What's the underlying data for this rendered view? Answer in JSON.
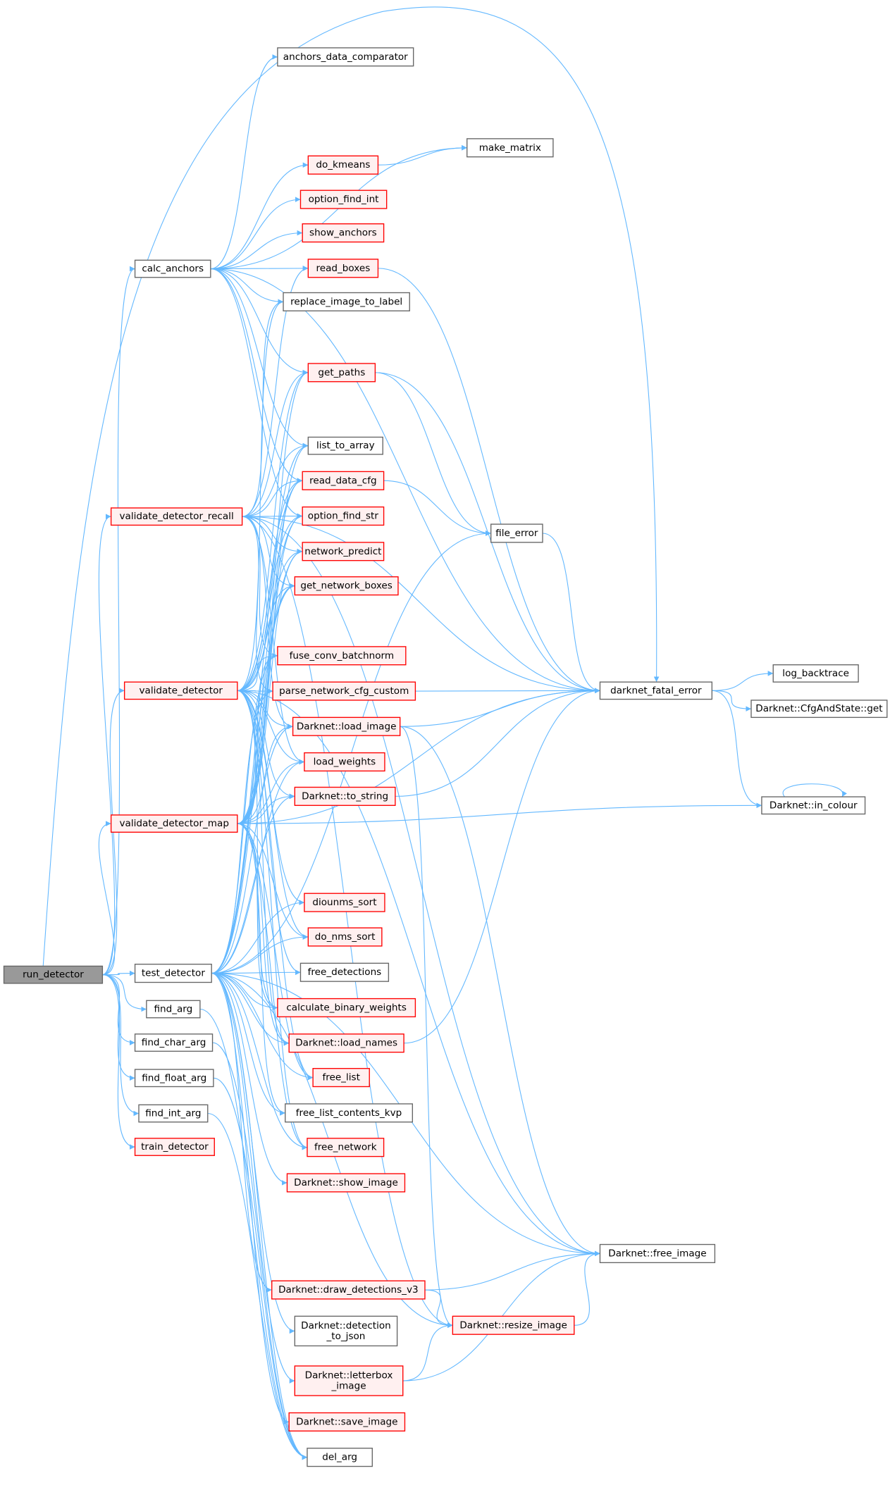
{
  "title": "run_detector call graph",
  "colors": {
    "edge": "#63b8ff",
    "red_border": "#ff0000",
    "red_fill": "#fff0f0",
    "root_fill": "#999999",
    "normal_border": "#666666"
  },
  "nodes": {
    "run_detector": {
      "label": "run_detector",
      "style": "root"
    },
    "calc_anchors": {
      "label": "calc_anchors",
      "style": "normal"
    },
    "validate_detector_recall": {
      "label": "validate_detector_recall",
      "style": "red"
    },
    "validate_detector": {
      "label": "validate_detector",
      "style": "red"
    },
    "validate_detector_map": {
      "label": "validate_detector_map",
      "style": "red"
    },
    "test_detector": {
      "label": "test_detector",
      "style": "normal"
    },
    "find_arg": {
      "label": "find_arg",
      "style": "normal"
    },
    "find_char_arg": {
      "label": "find_char_arg",
      "style": "normal"
    },
    "find_float_arg": {
      "label": "find_float_arg",
      "style": "normal"
    },
    "find_int_arg": {
      "label": "find_int_arg",
      "style": "normal"
    },
    "train_detector": {
      "label": "train_detector",
      "style": "red"
    },
    "anchors_data_comparator": {
      "label": "anchors_data_comparator",
      "style": "normal"
    },
    "make_matrix": {
      "label": "make_matrix",
      "style": "normal"
    },
    "do_kmeans": {
      "label": "do_kmeans",
      "style": "red"
    },
    "option_find_int": {
      "label": "option_find_int",
      "style": "red"
    },
    "show_anchors": {
      "label": "show_anchors",
      "style": "red"
    },
    "read_boxes": {
      "label": "read_boxes",
      "style": "red"
    },
    "replace_image_to_label": {
      "label": "replace_image_to_label",
      "style": "normal"
    },
    "get_paths": {
      "label": "get_paths",
      "style": "red"
    },
    "list_to_array": {
      "label": "list_to_array",
      "style": "normal"
    },
    "read_data_cfg": {
      "label": "read_data_cfg",
      "style": "red"
    },
    "option_find_str": {
      "label": "option_find_str",
      "style": "red"
    },
    "network_predict": {
      "label": "network_predict",
      "style": "red"
    },
    "get_network_boxes": {
      "label": "get_network_boxes",
      "style": "red"
    },
    "fuse_conv_batchnorm": {
      "label": "fuse_conv_batchnorm",
      "style": "red"
    },
    "parse_network_cfg_custom": {
      "label": "parse_network_cfg_custom",
      "style": "red"
    },
    "load_image": {
      "label": "Darknet::load_image",
      "style": "red"
    },
    "load_weights": {
      "label": "load_weights",
      "style": "red"
    },
    "to_string": {
      "label": "Darknet::to_string",
      "style": "red"
    },
    "diounms_sort": {
      "label": "diounms_sort",
      "style": "red"
    },
    "do_nms_sort": {
      "label": "do_nms_sort",
      "style": "red"
    },
    "free_detections": {
      "label": "free_detections",
      "style": "normal"
    },
    "calculate_binary_weights": {
      "label": "calculate_binary_weights",
      "style": "red"
    },
    "load_names": {
      "label": "Darknet::load_names",
      "style": "red"
    },
    "free_list": {
      "label": "free_list",
      "style": "red"
    },
    "free_list_contents_kvp": {
      "label": "free_list_contents_kvp",
      "style": "normal"
    },
    "free_network": {
      "label": "free_network",
      "style": "red"
    },
    "show_image": {
      "label": "Darknet::show_image",
      "style": "red"
    },
    "draw_detections_v3": {
      "label": "Darknet::draw_detections_v3",
      "style": "red"
    },
    "detection_to_json": {
      "label": "Darknet::detection\n_to_json",
      "style": "normal"
    },
    "letterbox_image": {
      "label": "Darknet::letterbox\n_image",
      "style": "red"
    },
    "save_image": {
      "label": "Darknet::save_image",
      "style": "red"
    },
    "del_arg": {
      "label": "del_arg",
      "style": "normal"
    },
    "file_error": {
      "label": "file_error",
      "style": "normal"
    },
    "darknet_fatal_error": {
      "label": "darknet_fatal_error",
      "style": "normal"
    },
    "free_image": {
      "label": "Darknet::free_image",
      "style": "normal"
    },
    "resize_image": {
      "label": "Darknet::resize_image",
      "style": "red"
    },
    "log_backtrace": {
      "label": "log_backtrace",
      "style": "normal"
    },
    "cfg_get": {
      "label": "Darknet::CfgAndState::get",
      "style": "normal"
    },
    "in_colour": {
      "label": "Darknet::in_colour",
      "style": "normal"
    }
  },
  "edges": [
    [
      "run_detector",
      "calc_anchors"
    ],
    [
      "run_detector",
      "validate_detector_recall"
    ],
    [
      "run_detector",
      "validate_detector"
    ],
    [
      "run_detector",
      "validate_detector_map"
    ],
    [
      "run_detector",
      "test_detector"
    ],
    [
      "run_detector",
      "find_arg"
    ],
    [
      "run_detector",
      "find_char_arg"
    ],
    [
      "run_detector",
      "find_float_arg"
    ],
    [
      "run_detector",
      "find_int_arg"
    ],
    [
      "run_detector",
      "train_detector"
    ],
    [
      "run_detector",
      "darknet_fatal_error"
    ],
    [
      "calc_anchors",
      "anchors_data_comparator"
    ],
    [
      "calc_anchors",
      "darknet_fatal_error"
    ],
    [
      "calc_anchors",
      "make_matrix"
    ],
    [
      "calc_anchors",
      "do_kmeans"
    ],
    [
      "calc_anchors",
      "option_find_int"
    ],
    [
      "calc_anchors",
      "show_anchors"
    ],
    [
      "calc_anchors",
      "read_boxes"
    ],
    [
      "calc_anchors",
      "replace_image_to_label"
    ],
    [
      "calc_anchors",
      "get_paths"
    ],
    [
      "calc_anchors",
      "list_to_array"
    ],
    [
      "calc_anchors",
      "read_data_cfg"
    ],
    [
      "calc_anchors",
      "option_find_str"
    ],
    [
      "do_kmeans",
      "make_matrix"
    ],
    [
      "read_boxes",
      "darknet_fatal_error"
    ],
    [
      "get_paths",
      "file_error"
    ],
    [
      "get_paths",
      "darknet_fatal_error"
    ],
    [
      "read_data_cfg",
      "file_error"
    ],
    [
      "file_error",
      "darknet_fatal_error"
    ],
    [
      "parse_network_cfg_custom",
      "darknet_fatal_error"
    ],
    [
      "load_image",
      "darknet_fatal_error"
    ],
    [
      "load_image",
      "resize_image"
    ],
    [
      "load_image",
      "free_image"
    ],
    [
      "to_string",
      "darknet_fatal_error"
    ],
    [
      "load_names",
      "darknet_fatal_error"
    ],
    [
      "darknet_fatal_error",
      "log_backtrace"
    ],
    [
      "darknet_fatal_error",
      "cfg_get"
    ],
    [
      "darknet_fatal_error",
      "in_colour"
    ],
    [
      "in_colour",
      "in_colour"
    ],
    [
      "draw_detections_v3",
      "free_image"
    ],
    [
      "draw_detections_v3",
      "resize_image"
    ],
    [
      "letterbox_image",
      "resize_image"
    ],
    [
      "letterbox_image",
      "free_image"
    ],
    [
      "resize_image",
      "free_image"
    ],
    [
      "validate_detector_recall",
      "read_boxes"
    ],
    [
      "validate_detector_recall",
      "replace_image_to_label"
    ],
    [
      "validate_detector_recall",
      "get_paths"
    ],
    [
      "validate_detector_recall",
      "list_to_array"
    ],
    [
      "validate_detector_recall",
      "read_data_cfg"
    ],
    [
      "validate_detector_recall",
      "option_find_str"
    ],
    [
      "validate_detector_recall",
      "network_predict"
    ],
    [
      "validate_detector_recall",
      "get_network_boxes"
    ],
    [
      "validate_detector_recall",
      "fuse_conv_batchnorm"
    ],
    [
      "validate_detector_recall",
      "parse_network_cfg_custom"
    ],
    [
      "validate_detector_recall",
      "load_image"
    ],
    [
      "validate_detector_recall",
      "load_weights"
    ],
    [
      "validate_detector_recall",
      "darknet_fatal_error"
    ],
    [
      "validate_detector_recall",
      "resize_image"
    ],
    [
      "validate_detector_recall",
      "free_image"
    ],
    [
      "validate_detector",
      "replace_image_to_label"
    ],
    [
      "validate_detector",
      "get_paths"
    ],
    [
      "validate_detector",
      "list_to_array"
    ],
    [
      "validate_detector",
      "read_data_cfg"
    ],
    [
      "validate_detector",
      "option_find_str"
    ],
    [
      "validate_detector",
      "network_predict"
    ],
    [
      "validate_detector",
      "get_network_boxes"
    ],
    [
      "validate_detector",
      "fuse_conv_batchnorm"
    ],
    [
      "validate_detector",
      "parse_network_cfg_custom"
    ],
    [
      "validate_detector",
      "load_image"
    ],
    [
      "validate_detector",
      "load_weights"
    ],
    [
      "validate_detector",
      "to_string"
    ],
    [
      "validate_detector",
      "diounms_sort"
    ],
    [
      "validate_detector",
      "do_nms_sort"
    ],
    [
      "validate_detector",
      "free_detections"
    ],
    [
      "validate_detector",
      "calculate_binary_weights"
    ],
    [
      "validate_detector",
      "load_names"
    ],
    [
      "validate_detector",
      "free_list"
    ],
    [
      "validate_detector",
      "free_network"
    ],
    [
      "validate_detector",
      "free_image"
    ],
    [
      "validate_detector_map",
      "get_paths"
    ],
    [
      "validate_detector_map",
      "list_to_array"
    ],
    [
      "validate_detector_map",
      "read_data_cfg"
    ],
    [
      "validate_detector_map",
      "option_find_str"
    ],
    [
      "validate_detector_map",
      "network_predict"
    ],
    [
      "validate_detector_map",
      "get_network_boxes"
    ],
    [
      "validate_detector_map",
      "fuse_conv_batchnorm"
    ],
    [
      "validate_detector_map",
      "parse_network_cfg_custom"
    ],
    [
      "validate_detector_map",
      "load_image"
    ],
    [
      "validate_detector_map",
      "load_weights"
    ],
    [
      "validate_detector_map",
      "to_string"
    ],
    [
      "validate_detector_map",
      "darknet_fatal_error"
    ],
    [
      "validate_detector_map",
      "in_colour"
    ],
    [
      "validate_detector_map",
      "do_nms_sort"
    ],
    [
      "validate_detector_map",
      "calculate_binary_weights"
    ],
    [
      "validate_detector_map",
      "load_names"
    ],
    [
      "validate_detector_map",
      "free_list"
    ],
    [
      "validate_detector_map",
      "free_list_contents_kvp"
    ],
    [
      "validate_detector_map",
      "free_network"
    ],
    [
      "test_detector",
      "read_data_cfg"
    ],
    [
      "test_detector",
      "option_find_str"
    ],
    [
      "test_detector",
      "load_names"
    ],
    [
      "test_detector",
      "parse_network_cfg_custom"
    ],
    [
      "test_detector",
      "load_weights"
    ],
    [
      "test_detector",
      "fuse_conv_batchnorm"
    ],
    [
      "test_detector",
      "calculate_binary_weights"
    ],
    [
      "test_detector",
      "load_image"
    ],
    [
      "test_detector",
      "letterbox_image"
    ],
    [
      "test_detector",
      "network_predict"
    ],
    [
      "test_detector",
      "get_network_boxes"
    ],
    [
      "test_detector",
      "do_nms_sort"
    ],
    [
      "test_detector",
      "diounms_sort"
    ],
    [
      "test_detector",
      "draw_detections_v3"
    ],
    [
      "test_detector",
      "detection_to_json"
    ],
    [
      "test_detector",
      "save_image"
    ],
    [
      "test_detector",
      "show_image"
    ],
    [
      "test_detector",
      "free_detections"
    ],
    [
      "test_detector",
      "free_image"
    ],
    [
      "test_detector",
      "free_list"
    ],
    [
      "test_detector",
      "free_list_contents_kvp"
    ],
    [
      "test_detector",
      "free_network"
    ],
    [
      "test_detector",
      "to_string"
    ],
    [
      "test_detector",
      "file_error"
    ],
    [
      "test_detector",
      "resize_image"
    ],
    [
      "test_detector",
      "del_arg"
    ],
    [
      "find_arg",
      "del_arg"
    ],
    [
      "find_char_arg",
      "del_arg"
    ],
    [
      "find_float_arg",
      "del_arg"
    ],
    [
      "find_int_arg",
      "del_arg"
    ]
  ]
}
